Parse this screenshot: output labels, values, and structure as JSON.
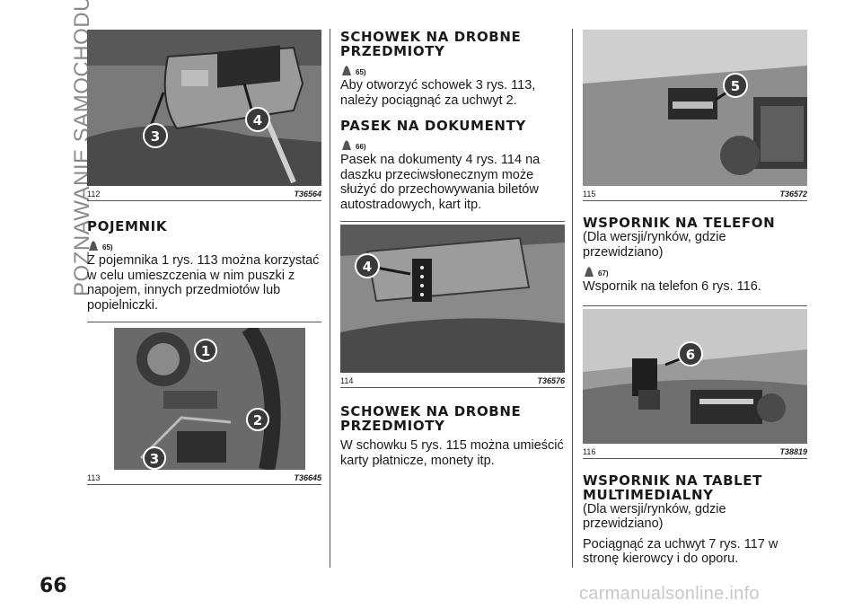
{
  "side_title": "POZNAWANIE SAMOCHODU",
  "page_number": "66",
  "watermark": "carmanualsonline.info",
  "col1": {
    "fig112": {
      "num": "112",
      "code": "T36564",
      "badges": [
        "3",
        "4"
      ]
    },
    "pojemnik": {
      "title": "POJEMNIK",
      "ref": "65)",
      "text": "Z pojemnika 1 rys. 113 można korzystać w celu umieszczenia w nim puszki z napojem, innych przedmiotów lub popielniczki."
    },
    "fig113": {
      "num": "113",
      "code": "T36645",
      "badges": [
        "1",
        "2",
        "3"
      ]
    }
  },
  "col2": {
    "schowek1": {
      "title_l1": "SCHOWEK NA DROBNE",
      "title_l2": "PRZEDMIOTY",
      "ref": "65)",
      "text": "Aby otworzyć schowek 3 rys. 113, należy pociągnąć za uchwyt 2."
    },
    "pasek": {
      "title": "PASEK NA DOKUMENTY",
      "ref": "66)",
      "text": "Pasek na dokumenty 4 rys. 114 na daszku przeciwsłonecznym może służyć do przechowywania biletów autostradowych, kart itp."
    },
    "fig114": {
      "num": "114",
      "code": "T36576",
      "badges": [
        "4"
      ]
    },
    "schowek2": {
      "title_l1": "SCHOWEK NA DROBNE",
      "title_l2": "PRZEDMIOTY",
      "text": "W schowku 5 rys. 115 można umieścić karty płatnicze, monety itp."
    }
  },
  "col3": {
    "fig115": {
      "num": "115",
      "code": "T36572",
      "badges": [
        "5"
      ]
    },
    "telefon": {
      "title": "WSPORNIK NA TELEFON",
      "sub": "(Dla wersji/rynków, gdzie przewidziano)",
      "ref": "67)",
      "text": "Wspornik na telefon 6 rys. 116."
    },
    "fig116": {
      "num": "116",
      "code": "T38819",
      "badges": [
        "6"
      ]
    },
    "tablet": {
      "title_l1": "WSPORNIK NA TABLET",
      "title_l2": "MULTIMEDIALNY",
      "sub": "(Dla wersji/rynków, gdzie przewidziano)",
      "text": "Pociągnąć za uchwyt 7 rys. 117 w stronę kierowcy i do oporu."
    }
  }
}
